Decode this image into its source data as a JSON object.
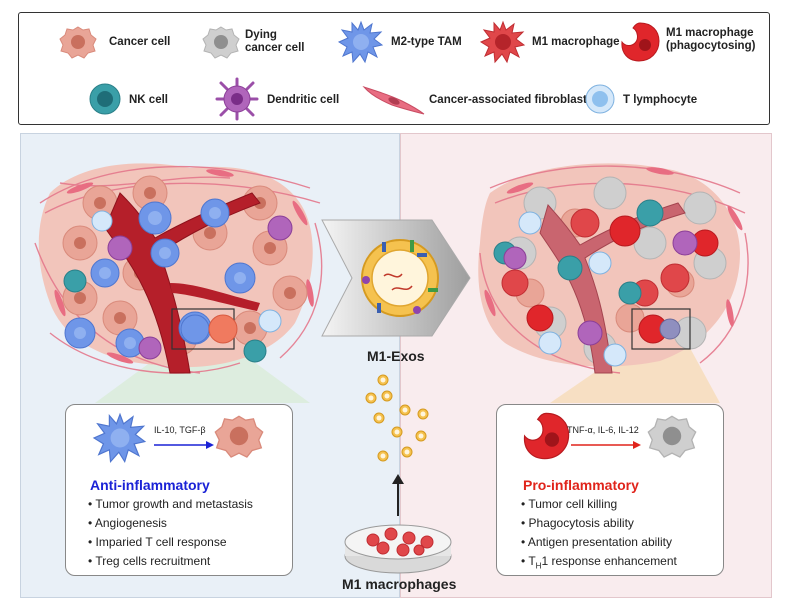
{
  "legend": {
    "cancer_cell": "Cancer cell",
    "dying_cancer_cell_1": "Dying",
    "dying_cancer_cell_2": "cancer cell",
    "m2_tam": "M2-type TAM",
    "m1_macrophage": "M1 macrophage",
    "m1_phago_1": "M1 macrophage",
    "m1_phago_2": "(phagocytosing)",
    "nk_cell": "NK cell",
    "dendritic_cell": "Dendritic cell",
    "caf": "Cancer-associated fibroblast",
    "t_lymphocyte": "T lymphocyte"
  },
  "center": {
    "exos_label": "M1-Exos",
    "macrophages_label": "M1 macrophages"
  },
  "left_box": {
    "cytokines": "IL-10, TGF-β",
    "title": "Anti-inflammatory",
    "bullets": [
      "• Tumor growth and metastasis",
      "• Angiogenesis",
      "• Imparied T cell response",
      "• Treg cells recruitment"
    ]
  },
  "right_box": {
    "cytokines": "TNF-α, IL-6, IL-12",
    "title": "Pro-inflammatory",
    "bullets": [
      "• Tumor cell killing",
      "• Phagocytosis ability",
      "• Antigen presentation ability"
    ],
    "last_bullet_prefix": "• T",
    "last_bullet_sub": "H",
    "last_bullet_suffix": "1 response enhancement"
  },
  "colors": {
    "anti_title": "#1a22d6",
    "pro_title": "#e0241b",
    "left_panel": "#e9f0f7",
    "right_panel": "#f9ecee"
  }
}
